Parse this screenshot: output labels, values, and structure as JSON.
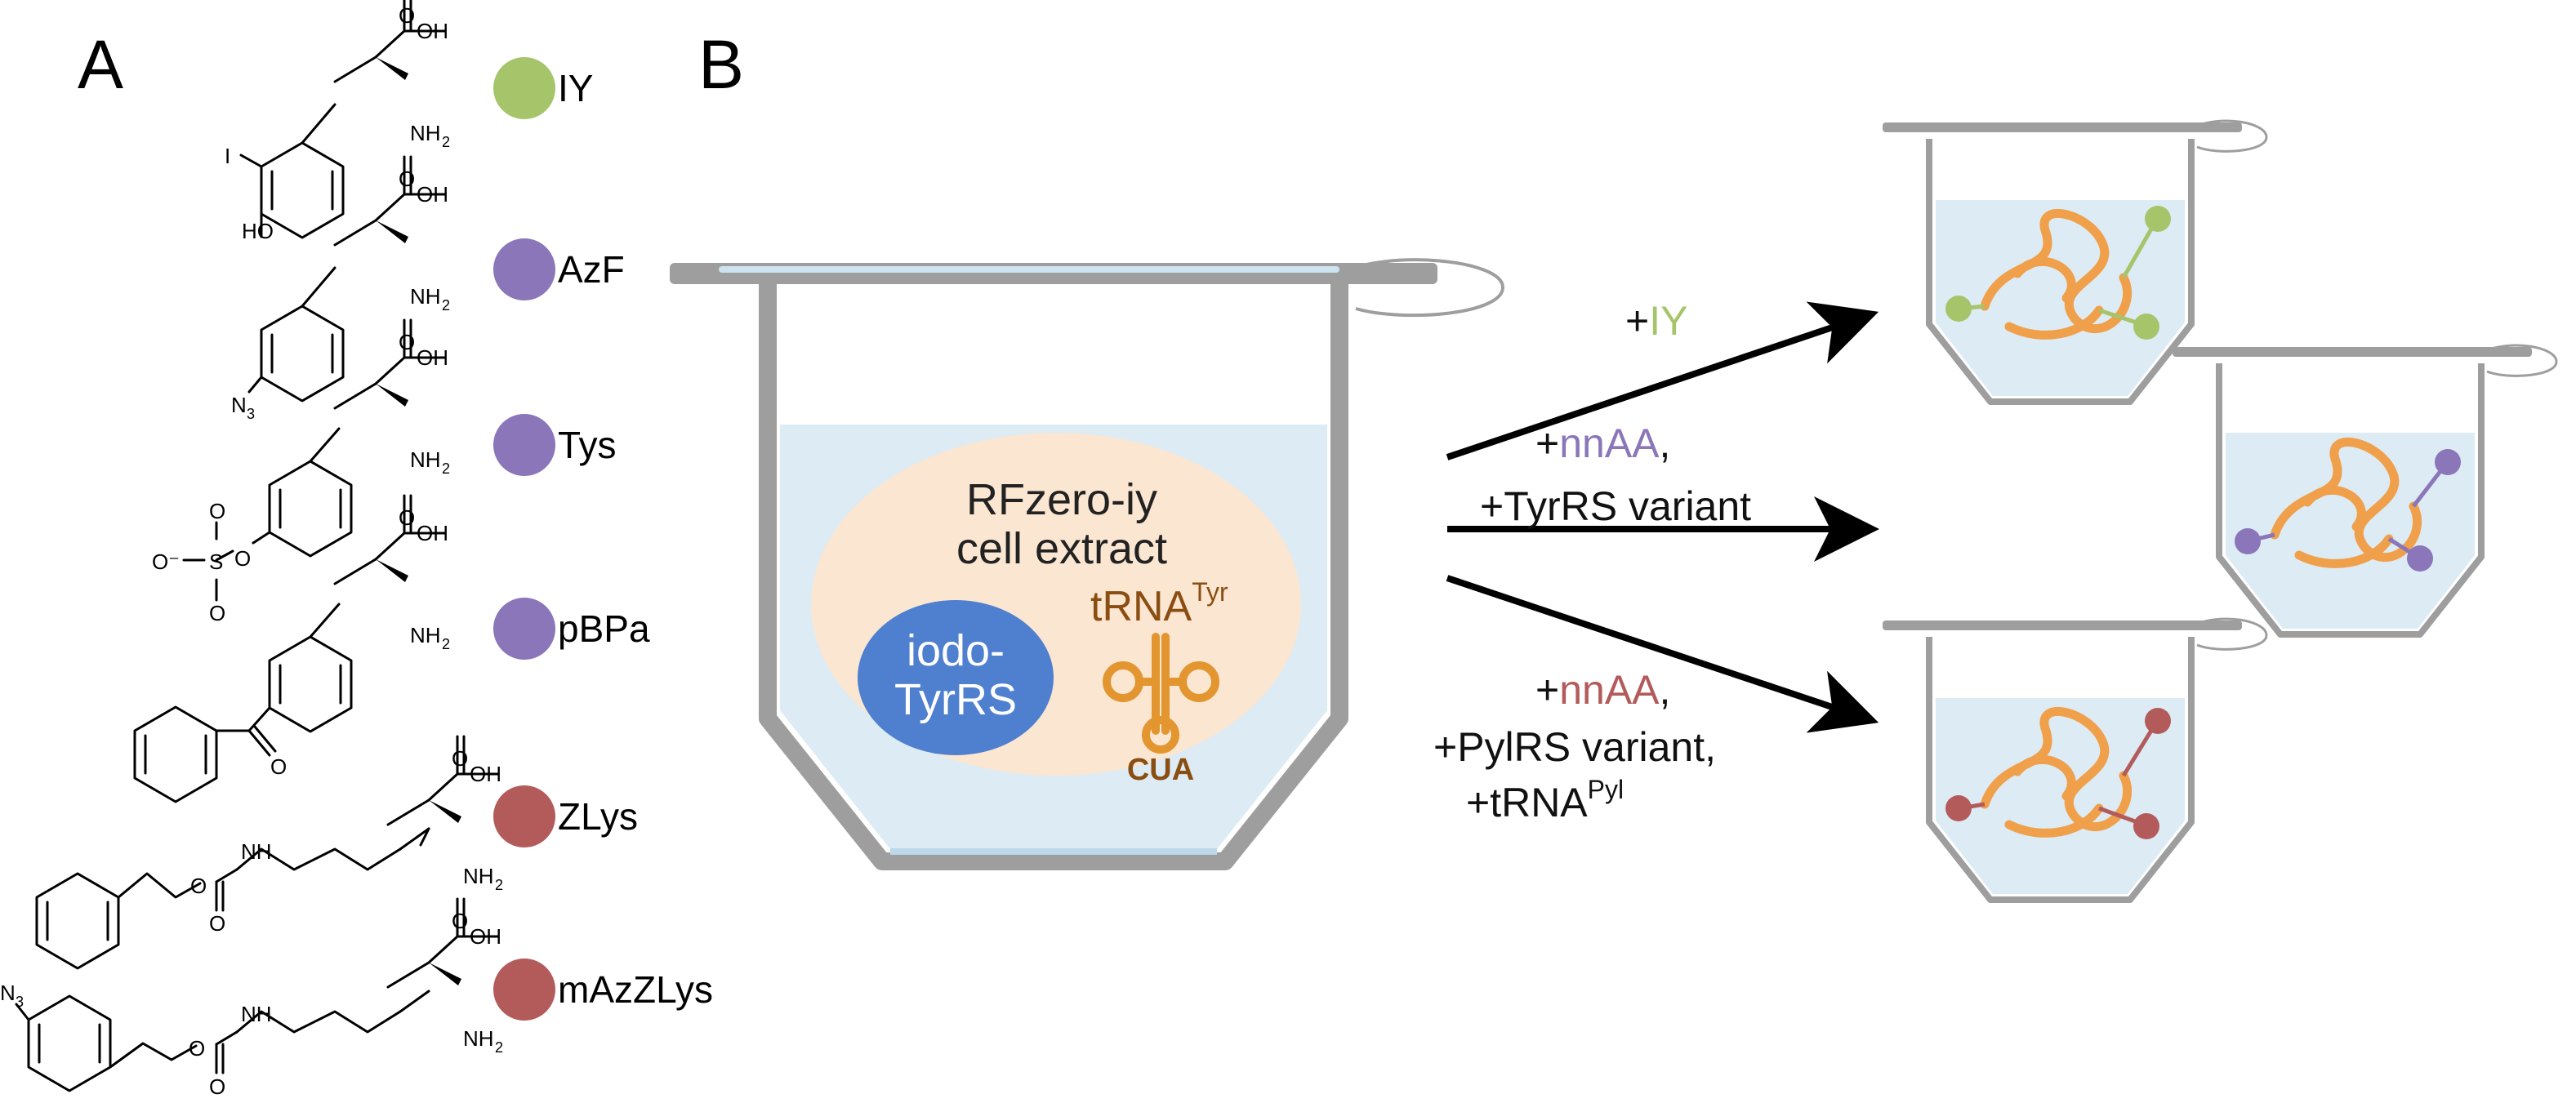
{
  "panels": {
    "a": "A",
    "b": "B"
  },
  "colors": {
    "iy": "#a6c46a",
    "tyrrs_variant": "#8a76b8",
    "pylrs_variant": "#b35b5b",
    "protein": "#f0a04b",
    "enzyme": "#4f80cf",
    "trna": "#e3952f",
    "extract": "#fbe6d2",
    "liquid": "#dcebf4"
  },
  "atoms": {
    "oh": "OH",
    "o": "O",
    "nh": "NH",
    "h": "H",
    "i": "I",
    "ho": "HO",
    "n": "N",
    "s": "S",
    "o_minus": "O⁻",
    "sub2": "2",
    "sub3": "3"
  },
  "amino_acids": [
    {
      "name": "IY",
      "color": "#a6c46a"
    },
    {
      "name": "AzF",
      "color": "#8a76b8"
    },
    {
      "name": "Tys",
      "color": "#8a76b8"
    },
    {
      "name": "pBPa",
      "color": "#8a76b8"
    },
    {
      "name": "ZLys",
      "color": "#b35b5b"
    },
    {
      "name": "mAzZLys",
      "color": "#b35b5b"
    }
  ],
  "extract": {
    "line1": "RFzero-iy",
    "line2": "cell extract",
    "enzyme_line1": "iodo-",
    "enzyme_line2": "TyrRS",
    "trna_base": "tRNA",
    "trna_sup": "Tyr",
    "anticodon": "CUA"
  },
  "conditions": {
    "top": {
      "plus": "+",
      "aa": "IY"
    },
    "middle": {
      "plus": "+",
      "aa": "nnAA",
      "comma": ",",
      "line2": "+TyrRS variant"
    },
    "bottom": {
      "plus": "+",
      "aa": "nnAA",
      "comma": ",",
      "line2": "+PylRS variant,",
      "line3_base": "+tRNA",
      "line3_sup": "Pyl"
    }
  }
}
